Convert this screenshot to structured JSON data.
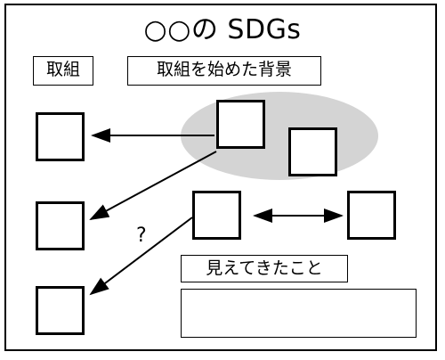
{
  "title": "○○の SDGs",
  "labels": {
    "initiative": "取組",
    "background": "取組を始めた背景",
    "discovered": "見えてきたこと"
  },
  "question_mark": "?",
  "colors": {
    "ellipse_fill": "#d4d4d4",
    "stroke": "#000000"
  }
}
